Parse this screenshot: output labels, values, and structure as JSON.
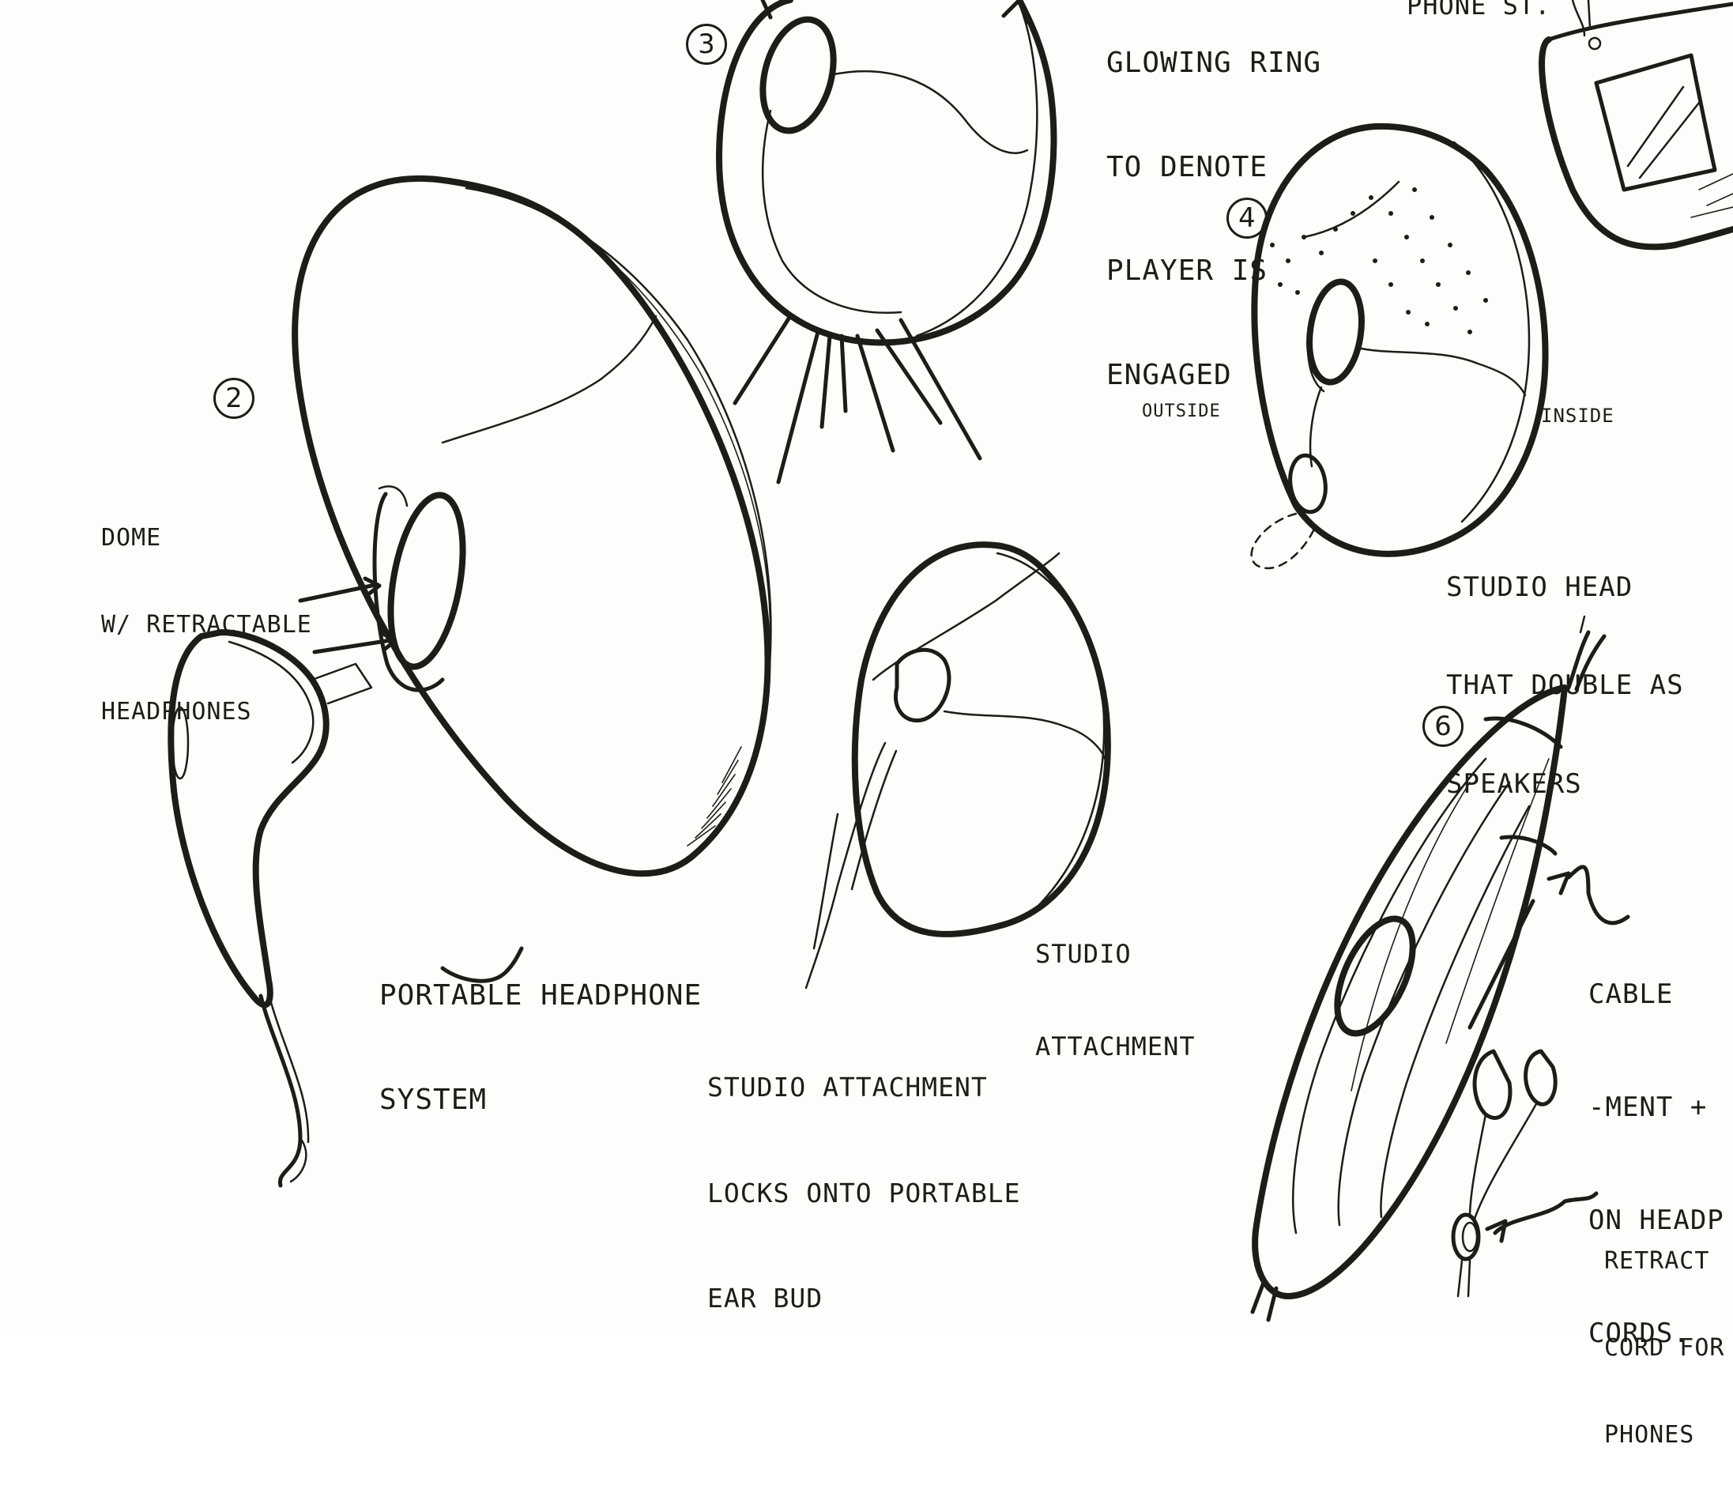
{
  "sheet": {
    "ink_color": "#1e1c16",
    "paper_color": "#fdfdfb"
  },
  "numbers": {
    "n2": "2",
    "n3": "3",
    "n4": "4",
    "n6": "6"
  },
  "labels": {
    "top_note": [
      "GLOWING RING",
      "TO DENOTE",
      "PLAYER IS",
      "ENGAGED"
    ],
    "top_right_fragment": "PHONE ST.",
    "dome": [
      "DOME",
      "W/ RETRACTABLE",
      "HEADPHONES"
    ],
    "portable": [
      "PORTABLE HEADPHONE",
      "SYSTEM"
    ],
    "studio_attachment": [
      "STUDIO",
      "ATTACHMENT"
    ],
    "studio_locks": [
      "STUDIO ATTACHMENT",
      "LOCKS ONTO PORTABLE",
      "EAR BUD"
    ],
    "outside": "OUTSIDE",
    "inside": "INSIDE",
    "studio_head": [
      "STUDIO HEAD",
      "THAT DOUBLE AS",
      "SPEAKERS"
    ],
    "cable": [
      "CABLE",
      "-MENT +",
      "ON HEADP",
      "CORDS."
    ],
    "retract": [
      "RETRACT",
      "CORD FOR",
      "PHONES"
    ]
  }
}
